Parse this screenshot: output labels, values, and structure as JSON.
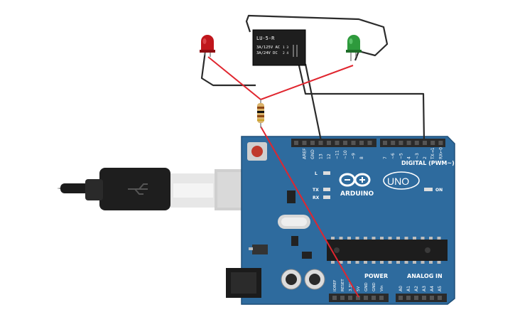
{
  "relay": {
    "part": "LU-5-R",
    "rating_ac": "3A/125V AC",
    "rating_dc": "3A/24V DC",
    "pins_top": "1 3",
    "pins_bottom": "2 4"
  },
  "arduino": {
    "logo_text": "ARDUINO",
    "uno_text": "UNO",
    "digital_label": "DIGITAL (PWM~)",
    "power_label": "POWER",
    "analog_label": "ANALOG IN",
    "on_label": "ON",
    "led_l": "L",
    "led_tx": "TX",
    "led_rx": "RX",
    "digital_pins": [
      "AREF",
      "GND",
      "13",
      "12",
      "~11",
      "~10",
      "~9",
      "8",
      "7",
      "~6",
      "~5",
      "4",
      "~3",
      "2",
      "TX→1",
      "RX←0"
    ],
    "power_pins": [
      "IOREF",
      "RESET",
      "3.3V",
      "5V",
      "GND",
      "GND",
      "Vin"
    ],
    "analog_pins": [
      "A0",
      "A1",
      "A2",
      "A3",
      "A4",
      "A5"
    ]
  },
  "colors": {
    "board": "#2e6b9e",
    "board_edge": "#1f4f78",
    "wire_red": "#e0262f",
    "wire_black": "#2b2b2b",
    "led_red": "#c0161c",
    "led_green": "#2e9a3c"
  }
}
